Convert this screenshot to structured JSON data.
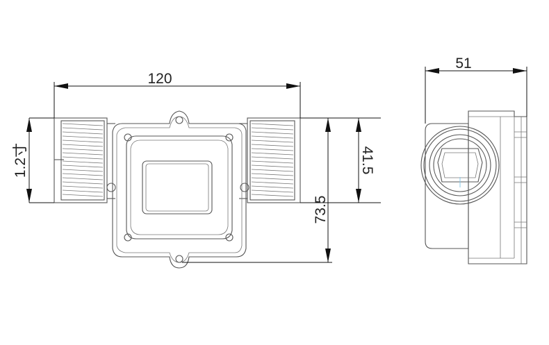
{
  "dimensions": {
    "overall_length": "120",
    "thread_size": "1.2寸",
    "center_height": "41.5",
    "overall_height": "73.5",
    "side_width": "51"
  },
  "colors": {
    "line": "#555555",
    "dimension": "#111111",
    "background": "#ffffff"
  }
}
